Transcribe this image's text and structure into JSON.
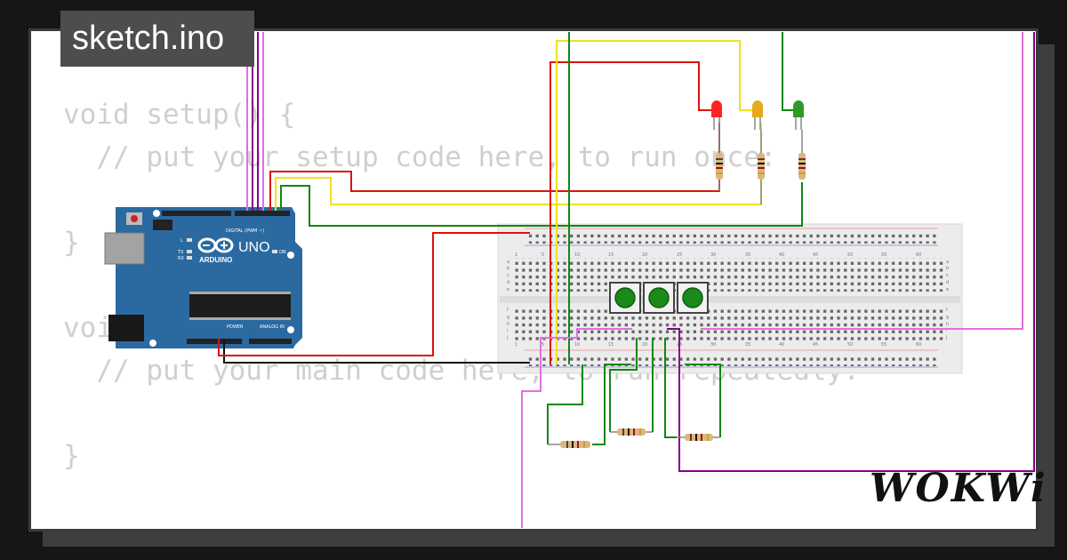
{
  "tab": {
    "filename": "sketch.ino"
  },
  "code_lines": [
    "void setup() {",
    "  // put your setup code here, to run once:",
    "",
    "}",
    "",
    "void loop() {",
    "  // put your main code here, to run repeatedly:",
    "",
    "}"
  ],
  "arduino": {
    "model_label": "UNO",
    "brand_label": "ARDUINO",
    "digital_label": "DIGITAL (PWM ~)",
    "power_label": "POWER",
    "analog_label": "ANALOG IN",
    "on_label": "ON",
    "l_label": "L",
    "tx_label": "TX",
    "rx_label": "RX"
  },
  "breadboard": {
    "column_numbers": [
      "1",
      "5",
      "10",
      "15",
      "20",
      "25",
      "30",
      "35",
      "40",
      "45",
      "50",
      "55",
      "60"
    ],
    "row_letters_top": [
      "a",
      "b",
      "c",
      "d",
      "e"
    ],
    "row_letters_bottom": [
      "f",
      "g",
      "h",
      "i",
      "j"
    ]
  },
  "logo": {
    "text": "WOKWi"
  },
  "colors": {
    "background": "#161616",
    "card": "#ffffff",
    "tab": "#4d4d4d",
    "code": "#cfcfcf",
    "board": "#2a6aa0",
    "breadboard": "#ececec",
    "wire_red": "#dd1111",
    "wire_yellow": "#f0e020",
    "wire_green": "#118811",
    "wire_black": "#111111",
    "wire_pink": "#e070e0",
    "wire_purple": "#880088",
    "led_red": "#f22",
    "led_yellow": "#e6a81c",
    "led_green": "#2a9a2a",
    "button": "#1a8a1a"
  },
  "icons": [
    "led-icon",
    "pushbutton-icon",
    "resistor-icon",
    "usb-connector-icon",
    "power-jack-icon",
    "reset-button-icon",
    "chip-icon"
  ]
}
